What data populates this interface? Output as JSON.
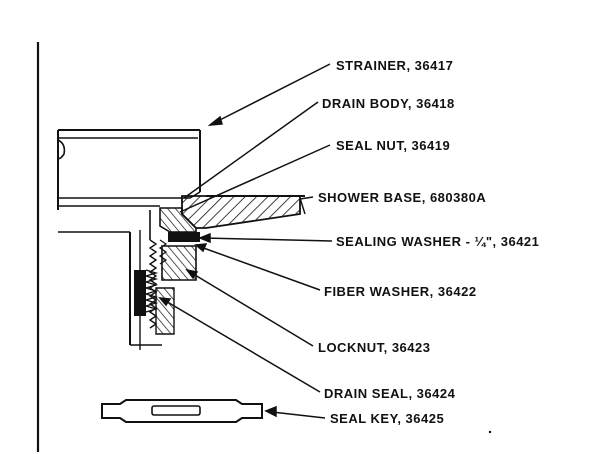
{
  "diagram": {
    "colors": {
      "ink": "#111111",
      "paper": "#ffffff"
    },
    "labels": {
      "strainer": "STRAINER, 36417",
      "drain_body": "DRAIN BODY, 36418",
      "seal_nut": "SEAL NUT, 36419",
      "shower_base": "SHOWER BASE, 680380A",
      "sealing_washer": "SEALING WASHER - ¼\", 36421",
      "fiber_washer": "FIBER WASHER, 36422",
      "locknut": "LOCKNUT, 36423",
      "drain_seal": "DRAIN SEAL, 36424",
      "seal_key": "SEAL KEY, 36425"
    }
  }
}
